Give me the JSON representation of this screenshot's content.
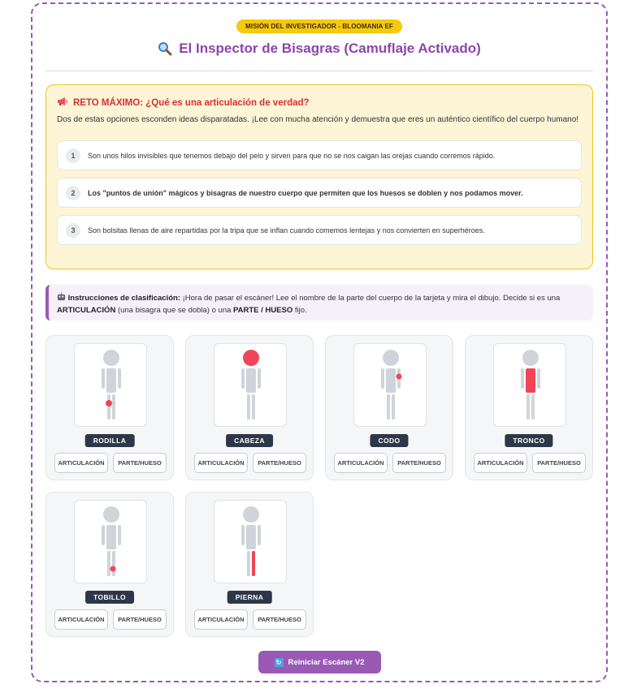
{
  "header": {
    "badge": "MISIÓN DEL INVESTIGADOR - BLOOMANIA EF",
    "title": "El Inspector de Bisagras (Camuflaje Activado)"
  },
  "challenge": {
    "heading": "RETO MÁXIMO: ¿Qué es una articulación de verdad?",
    "description": "Dos de estas opciones esconden ideas disparatadas. ¡Lee con mucha atención y demuestra que eres un auténtico científico del cuerpo humano!",
    "options": [
      {
        "number": "1",
        "text": "Son unos hilos invisibles que tenemos debajo del pelo y sirven para que no se nos caigan las orejas cuando corremos rápido."
      },
      {
        "number": "2",
        "text": "Los \"puntos de unión\" mágicos y bisagras de nuestro cuerpo que permiten que los huesos se doblen y nos podamos mover."
      },
      {
        "number": "3",
        "text": "Son bolsitas llenas de aire repartidas por la tripa que se inflan cuando comemos lentejas y nos convierten en superhéroes."
      }
    ]
  },
  "instructions": {
    "label": "Instrucciones de clasificación:",
    "text_1": " ¡Hora de pasar el escáner! Lee el nombre de la parte del cuerpo de la tarjeta y mira el dibujo. Decide si es una ",
    "term_1": "ARTICULACIÓN",
    "text_2": " (una bisagra que se dobla) o una ",
    "term_2": "PARTE / HUESO",
    "text_3": " fijo."
  },
  "cards": [
    {
      "label": "RODILLA",
      "highlight": "knee"
    },
    {
      "label": "CABEZA",
      "highlight": "head"
    },
    {
      "label": "CODO",
      "highlight": "elbow"
    },
    {
      "label": "TRONCO",
      "highlight": "trunk"
    },
    {
      "label": "TOBILLO",
      "highlight": "ankle"
    },
    {
      "label": "PIERNA",
      "highlight": "leg"
    }
  ],
  "buttons": {
    "articulation": "ARTICULACIÓN",
    "part": "PARTE/HUESO"
  },
  "reset": {
    "label": "Reiniciar Escáner V2"
  },
  "colors": {
    "accent": "#9b59b6",
    "highlight": "#f04557",
    "body": "#cfd4da",
    "badge": "#f6c90e"
  }
}
